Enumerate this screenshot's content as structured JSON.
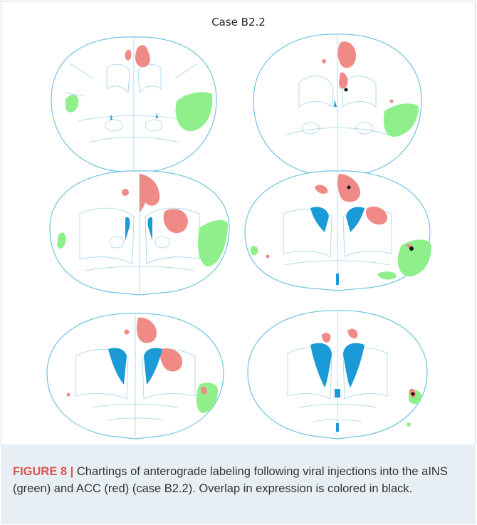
{
  "figure": {
    "panel_title": "Case B2.2",
    "caption_label": "FIGURE 8 |",
    "caption_text": " Chartings of anterograde labeling following viral injections into the aINS (green) and ACC (red) (case B2.2). Overlap in expression is colored in black."
  },
  "colors": {
    "outline": "#6fc2e0",
    "ventricle": "#1a9ad6",
    "acc_label": "#f08a86",
    "ains_label": "#8ff08b",
    "overlap": "#111111",
    "caption_band": "#e8eff4",
    "figure_label": "#d9534f"
  },
  "sections": [
    {
      "row": 1,
      "col": 1,
      "name": "section-1"
    },
    {
      "row": 1,
      "col": 2,
      "name": "section-2"
    },
    {
      "row": 2,
      "col": 1,
      "name": "section-3"
    },
    {
      "row": 2,
      "col": 2,
      "name": "section-4"
    },
    {
      "row": 3,
      "col": 1,
      "name": "section-5"
    },
    {
      "row": 3,
      "col": 2,
      "name": "section-6"
    }
  ]
}
